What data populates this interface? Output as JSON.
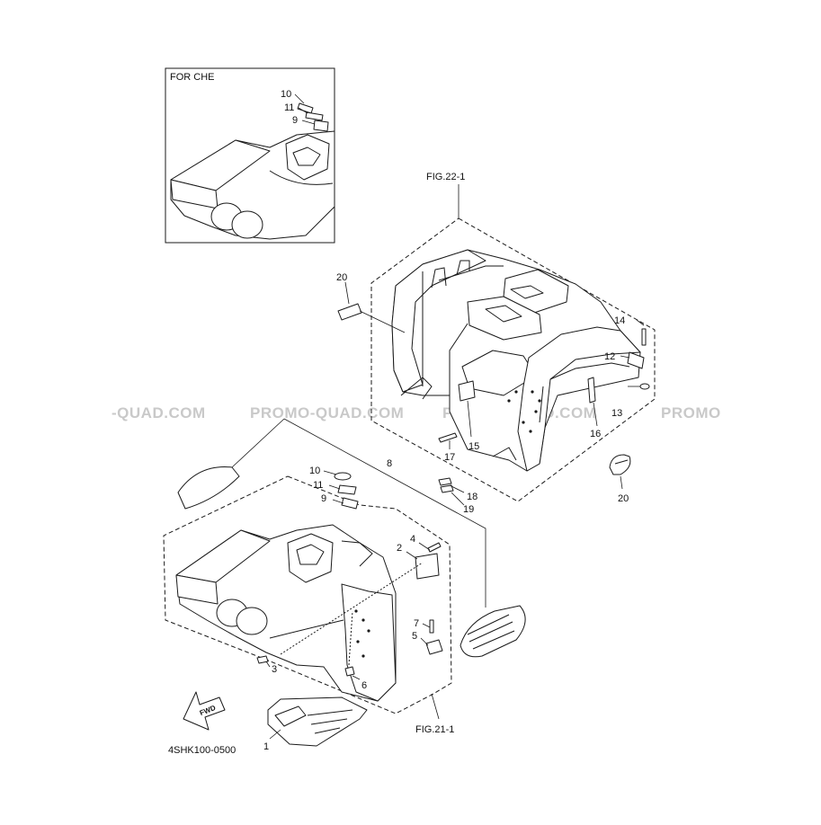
{
  "diagram_code": "4SHK100-0500",
  "inset": {
    "title": "FOR CHE"
  },
  "figure_refs": {
    "upper": "FIG.22-1",
    "lower": "FIG.21-1"
  },
  "fwd_arrow": {
    "label": "FWD",
    "icon": "fwd-arrow-icon"
  },
  "watermark": [
    "-QUAD.COM",
    "PROMO-QUAD.COM",
    "PROMO-QUAD.COM",
    "PROMO"
  ],
  "callouts": {
    "p1": "1",
    "p2": "2",
    "p3": "3",
    "p4": "4",
    "p5": "5",
    "p6": "6",
    "p7": "7",
    "p8": "8",
    "p9": "9",
    "p10": "10",
    "p11": "11",
    "p12": "12",
    "p13": "13",
    "p14": "14",
    "p15": "15",
    "p16": "16",
    "p17": "17",
    "p18": "18",
    "p19": "19",
    "p20a": "20",
    "p20b": "20",
    "i9": "9",
    "i10": "10",
    "i11": "11"
  }
}
